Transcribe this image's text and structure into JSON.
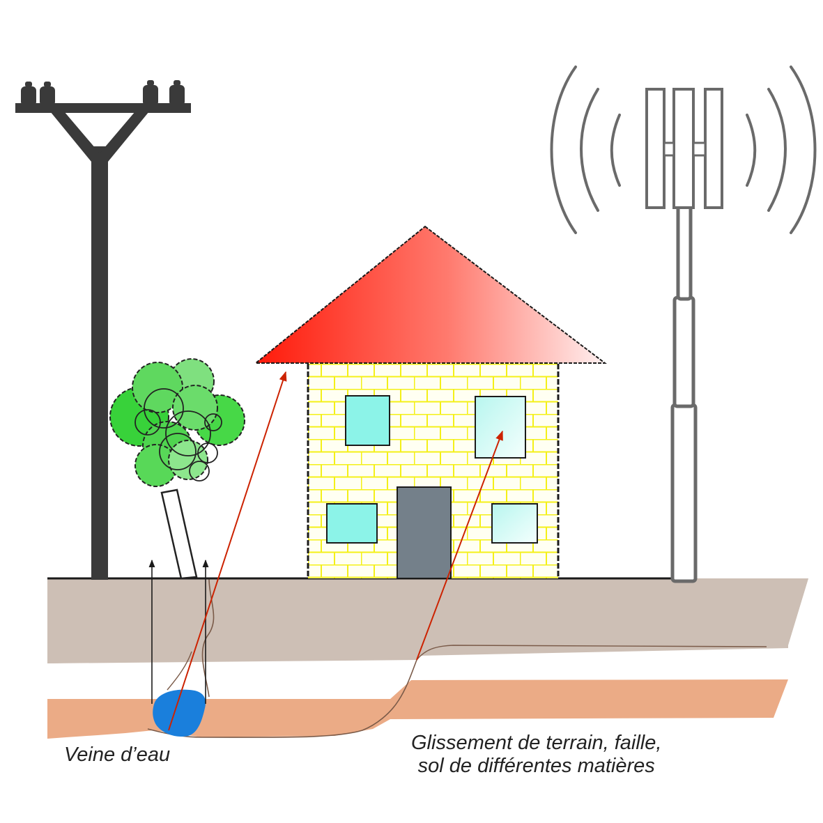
{
  "labels": {
    "water_vein": "Veine d’eau",
    "fault_line1": "Glissement de terrain, faille,",
    "fault_line2": "sol de différentes matières"
  },
  "colors": {
    "ground_top": "#cdbfb5",
    "ground_clay": "#ebab86",
    "water": "#1a7fdc",
    "roof_start": "#ff1a0a",
    "roof_end": "#ffecec",
    "wall": "#fffff2",
    "mortar": "#f4f018",
    "window_cyan": "#8cf3e8",
    "door": "#74808a",
    "tree_green": "#3fd73f",
    "pole": "#3a3a3a",
    "antenna": "#6a6a6a",
    "arrow_red": "#cc2200"
  },
  "icons": [
    "utility-pole-icon",
    "cell-tower-icon",
    "house-icon",
    "tree-icon",
    "water-vein-icon"
  ]
}
